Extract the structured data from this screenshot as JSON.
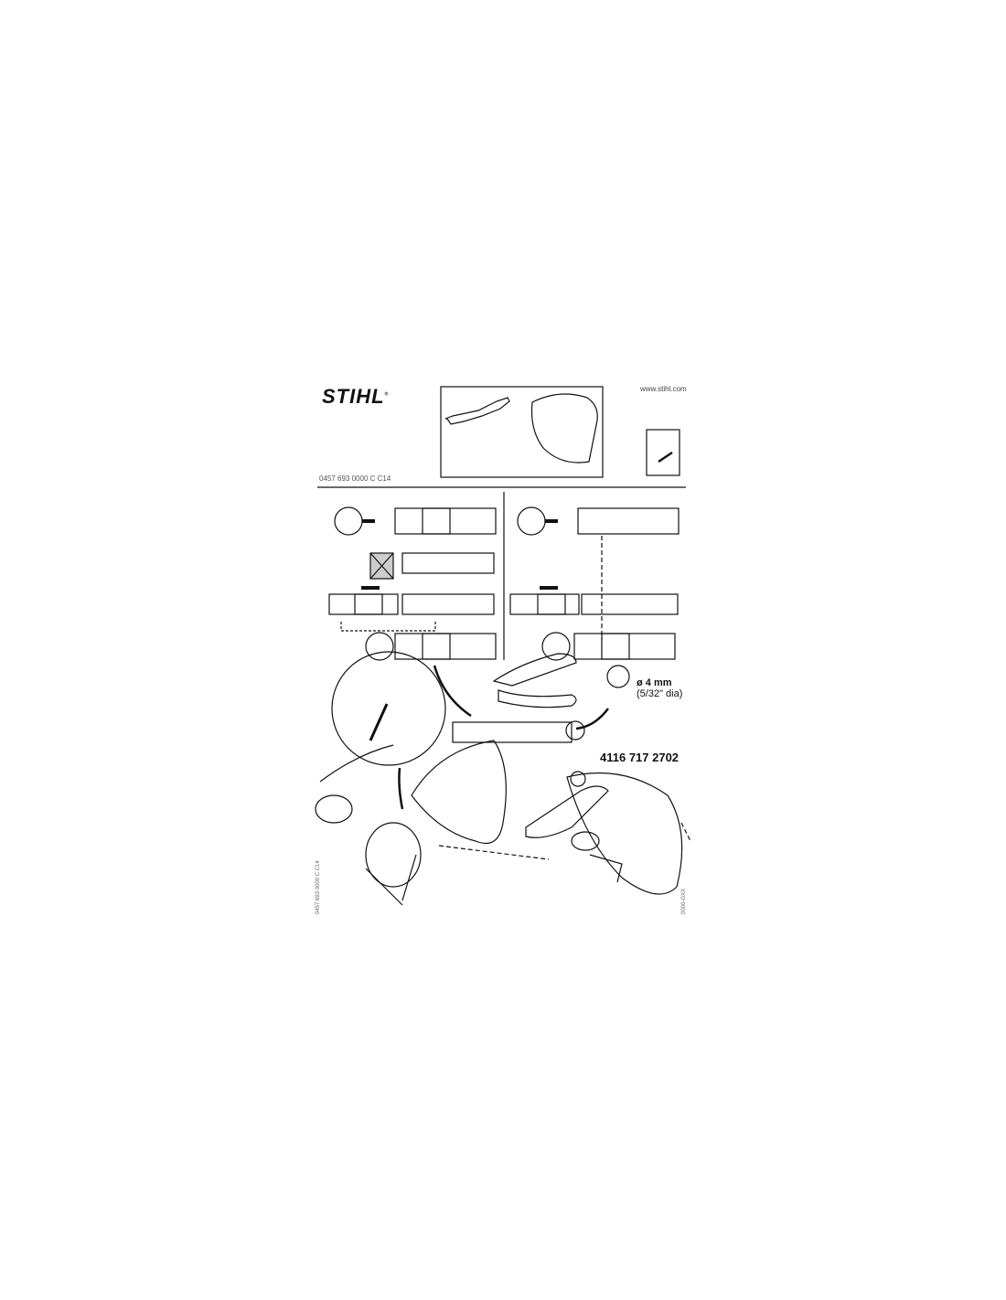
{
  "header": {
    "logo": "STIHL",
    "trademark": "®",
    "website": "www.stihl.com",
    "part_number": "0457 693 0000 C C14"
  },
  "callouts": {
    "rivet_diameter": "ø 4 mm",
    "rivet_diameter_imperial": "(5/32\" dia)",
    "order_number": "4116 717 2702"
  },
  "footer": {
    "left_code": "0457 693 0000 C C14",
    "right_code": "0000-GXX"
  }
}
